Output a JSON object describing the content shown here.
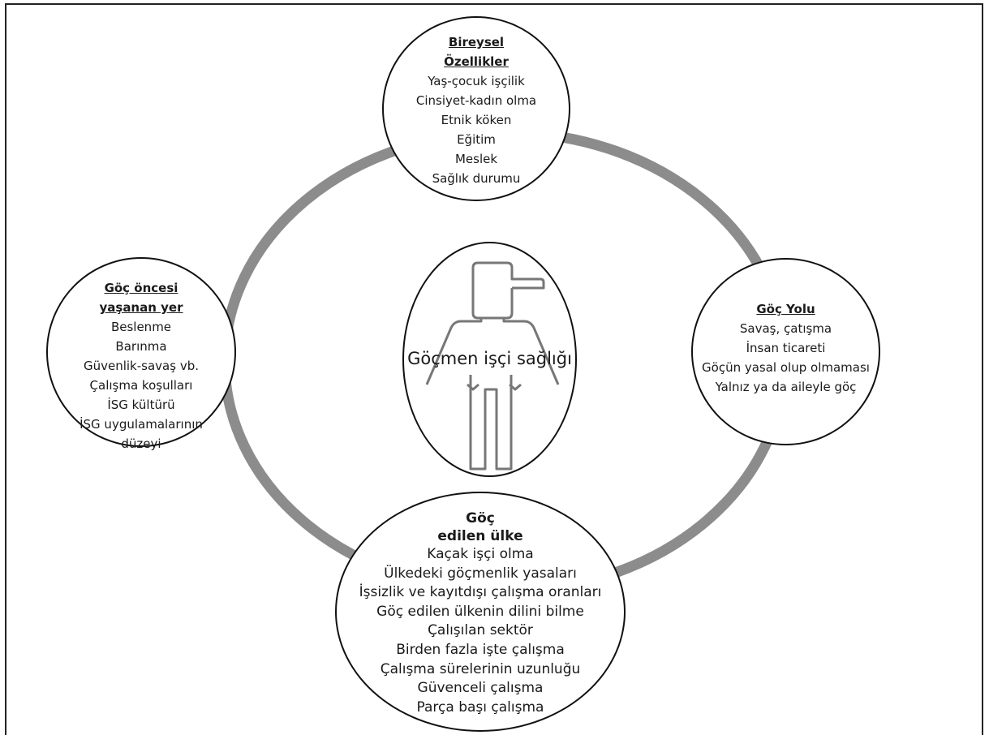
{
  "colors": {
    "ring": "#8c8c8c",
    "border": "#111111",
    "person": "#777777"
  },
  "center": {
    "label": "Göçmen işçi sağlığı",
    "icon": "worker-icon"
  },
  "top": {
    "title_lines": [
      "Bireysel",
      "Özellikler"
    ],
    "items": [
      "Yaş-çocuk işçilik",
      "Cinsiyet-kadın olma",
      "Etnik köken",
      "Eğitim",
      "Meslek",
      "Sağlık durumu"
    ]
  },
  "left": {
    "title_lines": [
      "Göç öncesi",
      "yaşanan yer"
    ],
    "items": [
      "Beslenme",
      "Barınma",
      "Güvenlik-savaş vb.",
      "Çalışma koşulları",
      "İSG kültürü",
      "İSG uygulamalarının",
      "düzeyi"
    ]
  },
  "right": {
    "title_lines": [
      "Göç Yolu"
    ],
    "items": [
      "Savaş, çatışma",
      "İnsan ticareti",
      "Göçün yasal olup olmaması",
      "Yalnız ya da aileyle göç"
    ]
  },
  "bottom": {
    "title_lines": [
      "Göç",
      "edilen ülke"
    ],
    "items": [
      "Kaçak işçi olma",
      "Ülkedeki göçmenlik yasaları",
      "İşsizlik ve kayıtdışı çalışma oranları",
      "Göç edilen ülkenin dilini bilme",
      "Çalışılan sektör",
      "Birden fazla işte çalışma",
      "Çalışma sürelerinin uzunluğu",
      "Güvenceli çalışma",
      "Parça başı çalışma"
    ]
  }
}
